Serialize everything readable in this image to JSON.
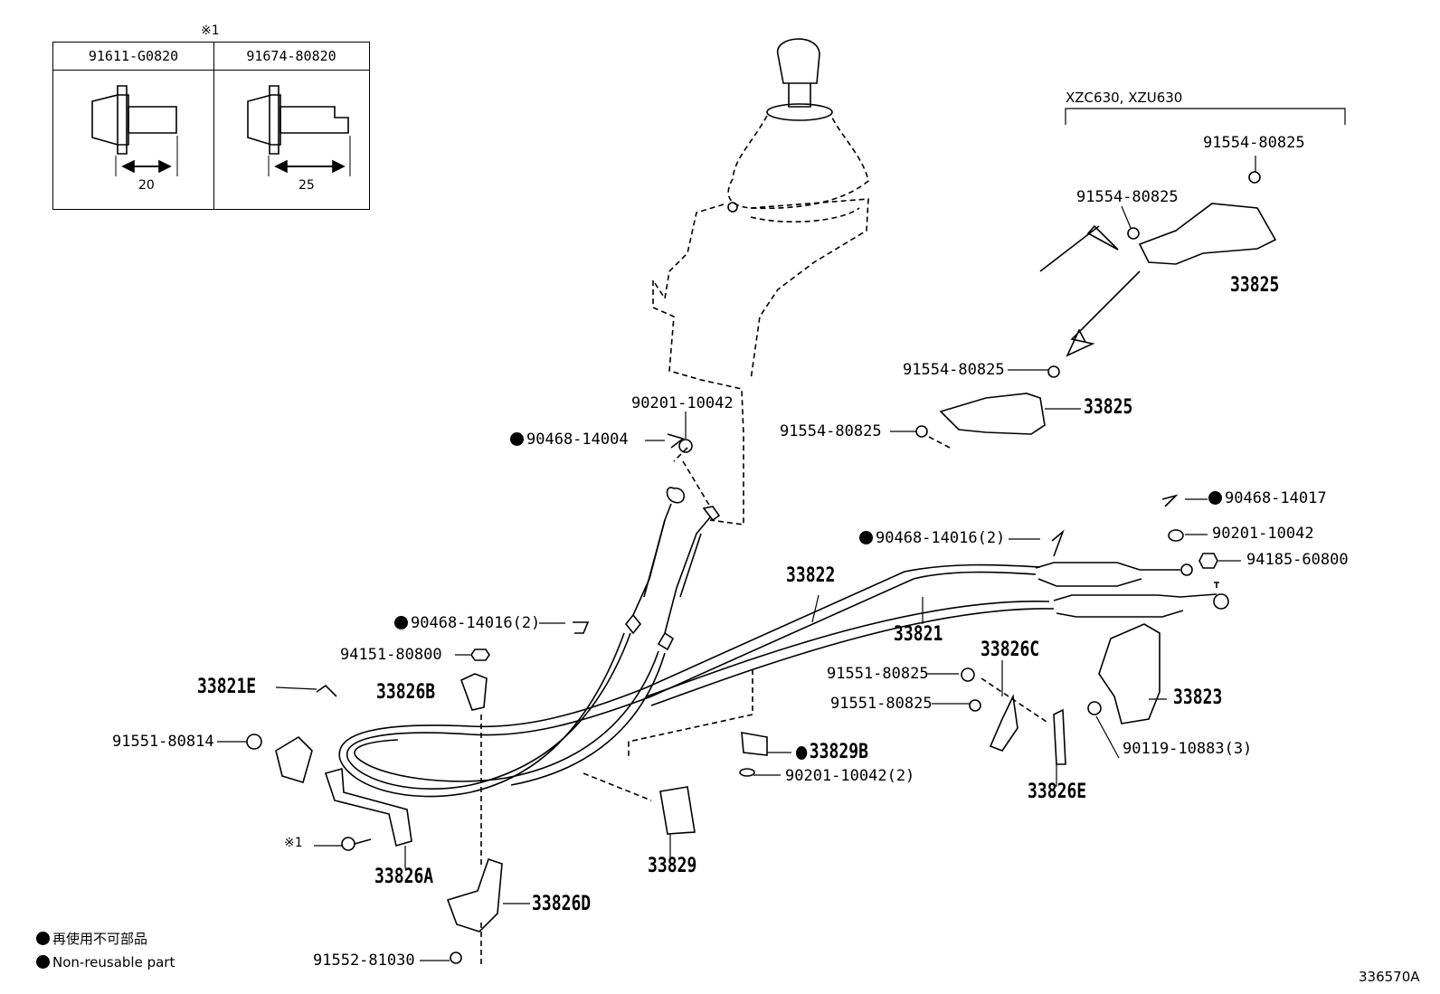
{
  "footnote_mark": "※1",
  "table": {
    "col1_part": "91611-G0820",
    "col2_part": "91674-80820",
    "col1_length": "20",
    "col2_length": "25"
  },
  "variant_label": "XZC630, XZU630",
  "labels": {
    "p91554_a": "91554-80825",
    "p91554_b": "91554-80825",
    "p33825_a": "33825",
    "p91554_c": "91554-80825",
    "p91554_d": "91554-80825",
    "p33825_b": "33825",
    "p90201_a": "90201-10042",
    "p90468_14004": "90468-14004",
    "p90468_14017": "90468-14017",
    "p90201_b": "90201-10042",
    "p94185": "94185-60800",
    "p90468_14016_a": "90468-14016(2)",
    "p33822": "33822",
    "p33821": "33821",
    "p90468_14016_b": "90468-14016(2)",
    "p94151": "94151-80800",
    "p33826C": "33826C",
    "p91551_80825_a": "91551-80825",
    "p91551_80825_b": "91551-80825",
    "p33823": "33823",
    "p33821E": "33821E",
    "p33826B": "33826B",
    "p91551_80814": "91551-80814",
    "p33829B": "33829B",
    "p90201_c": "90201-10042(2)",
    "p90119": "90119-10883(3)",
    "p33826E": "33826E",
    "p_mark_bolt": "※1",
    "p33829": "33829",
    "p33826A": "33826A",
    "p33826D": "33826D",
    "p91552": "91552-81030"
  },
  "legend": {
    "line1": "再使用不可部品",
    "line2": "Non-reusable part"
  },
  "drawing_number": "336570A"
}
